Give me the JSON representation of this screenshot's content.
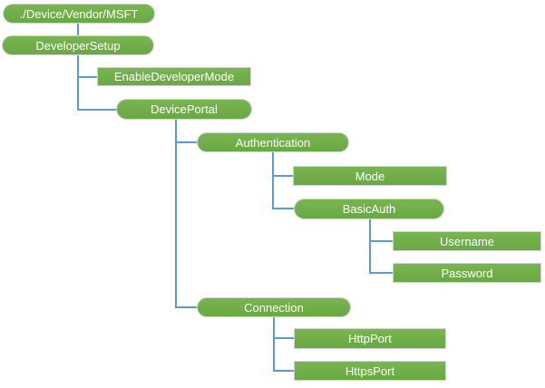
{
  "diagram": {
    "type": "tree",
    "root_label": "./Device/Vendor/MSFT",
    "colors": {
      "node_fill": "#70AD47",
      "node_border": "#D4D4D4",
      "node_text": "#FFFFFF",
      "connector": "#5B9BD5",
      "background": "#FFFFFF"
    },
    "nodes": [
      {
        "label": "./Device/Vendor/MSFT",
        "shape": "rounded",
        "parent": null
      },
      {
        "label": "DeveloperSetup",
        "shape": "rounded",
        "parent": "./Device/Vendor/MSFT"
      },
      {
        "label": "EnableDeveloperMode",
        "shape": "rectangle",
        "parent": "DeveloperSetup"
      },
      {
        "label": "DevicePortal",
        "shape": "rounded",
        "parent": "DeveloperSetup"
      },
      {
        "label": "Authentication",
        "shape": "rounded",
        "parent": "DevicePortal"
      },
      {
        "label": "Mode",
        "shape": "rectangle",
        "parent": "Authentication"
      },
      {
        "label": "BasicAuth",
        "shape": "rounded",
        "parent": "Authentication"
      },
      {
        "label": "Username",
        "shape": "rectangle",
        "parent": "BasicAuth"
      },
      {
        "label": "Password",
        "shape": "rectangle",
        "parent": "BasicAuth"
      },
      {
        "label": "Connection",
        "shape": "rounded",
        "parent": "DevicePortal"
      },
      {
        "label": "HttpPort",
        "shape": "rectangle",
        "parent": "Connection"
      },
      {
        "label": "HttpsPort",
        "shape": "rectangle",
        "parent": "Connection"
      }
    ]
  }
}
